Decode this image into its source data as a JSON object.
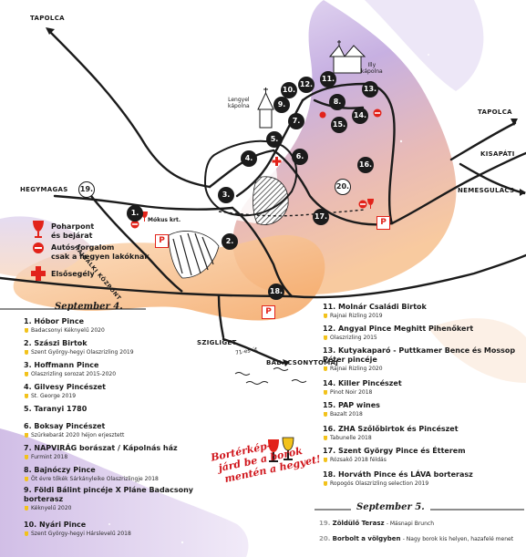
{
  "map": {
    "place_labels": {
      "tapolca_nw": "TAPOLCA",
      "tapolca_ne": "TAPOLCA",
      "hegymagas": "HEGYMAGAS",
      "kisapati": "KISAPÁTI",
      "nemesgulacs": "NEMESGULÁCS",
      "szigliget": "SZIGLIGET",
      "badacsonytomaj": "BADACSONYTOMAJ",
      "hajnalki_kozpont": "HAJNALKI KÖZPONT",
      "mokus_krt": "Mókus krt.",
      "lengyel_kapolna": "Lengyel\nkápolna",
      "illy_kapolna": "Illy\nkápolna",
      "road_71": "71-es út"
    },
    "markers": [
      {
        "id": "1",
        "label": "1."
      },
      {
        "id": "2",
        "label": "2."
      },
      {
        "id": "3",
        "label": "3."
      },
      {
        "id": "4",
        "label": "4."
      },
      {
        "id": "5",
        "label": "5."
      },
      {
        "id": "6",
        "label": "6."
      },
      {
        "id": "7",
        "label": "7."
      },
      {
        "id": "8",
        "label": "8."
      },
      {
        "id": "9",
        "label": "9."
      },
      {
        "id": "10",
        "label": "10."
      },
      {
        "id": "11",
        "label": "11."
      },
      {
        "id": "12",
        "label": "12."
      },
      {
        "id": "13",
        "label": "13."
      },
      {
        "id": "14",
        "label": "14."
      },
      {
        "id": "15",
        "label": "15."
      },
      {
        "id": "16",
        "label": "16."
      },
      {
        "id": "17",
        "label": "17."
      },
      {
        "id": "18",
        "label": "18."
      },
      {
        "id": "19",
        "label": "19."
      },
      {
        "id": "20",
        "label": "20."
      }
    ],
    "parking_label": "P"
  },
  "legend": {
    "poharpont": "Poharpont\nés bejárat",
    "autos": "Autós forgalom\ncsak a hegyen lakóknak",
    "elsosegely": "Elsősegély"
  },
  "colors": {
    "purple": "#b79fd8",
    "lilac": "#d7c8ec",
    "orange": "#f5a96a",
    "peach": "#fbd6b4",
    "red": "#e2231a",
    "wine_yellow": "#f2c21b"
  },
  "slogan": [
    "Bortérkép-",
    "járd be a borok",
    "mentén a hegyet!"
  ],
  "sept4": {
    "heading": "September 4.",
    "entries": [
      {
        "name": "1. Hóbor Pince",
        "wine": "Badacsonyi Kéknyelű 2020"
      },
      {
        "name": "2. Szászi Birtok",
        "wine": "Szent György-hegyi Olaszrizling 2019"
      },
      {
        "name": "3. Hoffmann Pince",
        "wine": "Olaszrizling sorozat 2015-2020"
      },
      {
        "name": "4. Gilvesy Pincészet",
        "wine": "St. George 2019"
      },
      {
        "name": "5. Taranyi 1780",
        "wine": ""
      },
      {
        "name": "6. Boksay Pincészet",
        "wine": "Szürkebarát 2020 héjon erjesztett"
      },
      {
        "name": "7. NAPVIRÁG borászat / Kápolnás ház",
        "wine": "Furmint 2018"
      },
      {
        "name": "8. Bajnóczy Pince",
        "wine": "Öt évre tőkék Sárkányleike Olaszrizlingje 2018"
      },
      {
        "name": "9. Földi Bálint pincéje X Pláne Badacsony borterasz",
        "wine": "Kéknyelű 2020"
      },
      {
        "name": "10. Nyári Pince",
        "wine": "Szent György-hegyi Hárslevelű 2018"
      }
    ]
  },
  "sept4_right": {
    "entries": [
      {
        "name": "11. Molnár Családi Birtok",
        "wine": "Rajnai Rizling 2019"
      },
      {
        "name": "12. Angyal Pince Meghitt Pihenőkert",
        "wine": "Olaszrizling 2015"
      },
      {
        "name": "13. Kutyakaparó - Puttkamer Bence és Mossop Péter pincéje",
        "wine": "Rajnai Rizling 2020"
      },
      {
        "name": "14. Killer Pincészet",
        "wine": "Pinot Noir 2018"
      },
      {
        "name": "15. PAP wines",
        "wine": "Bazalt 2018"
      },
      {
        "name": "16. ZHA Szőlőbirtok és Pincészet",
        "wine": "Tabunelle 2018"
      },
      {
        "name": "17. Szent György Pince és Étterem",
        "wine": "Rózsakő 2018 féldás"
      },
      {
        "name": "18. Horváth Pince és LÁVA borterasz",
        "wine": "Ropogós Olaszrizling selection 2019"
      }
    ]
  },
  "sept5": {
    "heading": "September 5.",
    "entries": [
      {
        "num": "19.",
        "name": "Zöldülő Terasz",
        "desc": "- Másnapi Brunch"
      },
      {
        "num": "20.",
        "name": "Borbolt a völgyben",
        "desc": "- Nagy borok kis helyen, hazafelé menet"
      }
    ]
  }
}
